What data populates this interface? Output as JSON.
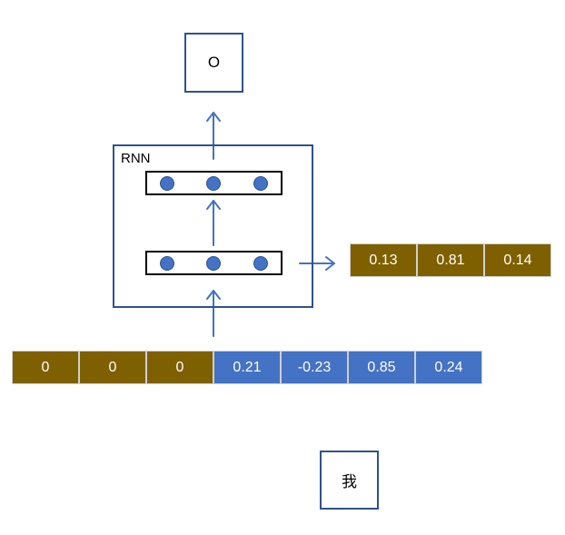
{
  "diagram": {
    "output_label": "O",
    "input_label": "我",
    "rnn_label": "RNN",
    "hidden_vector": [
      {
        "value": "0.13",
        "color": "#7f6000"
      },
      {
        "value": "0.81",
        "color": "#7f6000"
      },
      {
        "value": "0.14",
        "color": "#7f6000"
      }
    ],
    "input_vector": [
      {
        "value": "0",
        "color": "#7f6000"
      },
      {
        "value": "0",
        "color": "#7f6000"
      },
      {
        "value": "0",
        "color": "#7f6000"
      },
      {
        "value": "0.21",
        "color": "#4472c4"
      },
      {
        "value": "-0.23",
        "color": "#4472c4"
      },
      {
        "value": "0.85",
        "color": "#4472c4"
      },
      {
        "value": "0.24",
        "color": "#4472c4"
      }
    ],
    "colors": {
      "box_border": "#2f528f",
      "node_fill": "#4472c4",
      "arrow": "#4472c4",
      "brown_cell": "#7f6000",
      "blue_cell": "#4472c4"
    }
  }
}
